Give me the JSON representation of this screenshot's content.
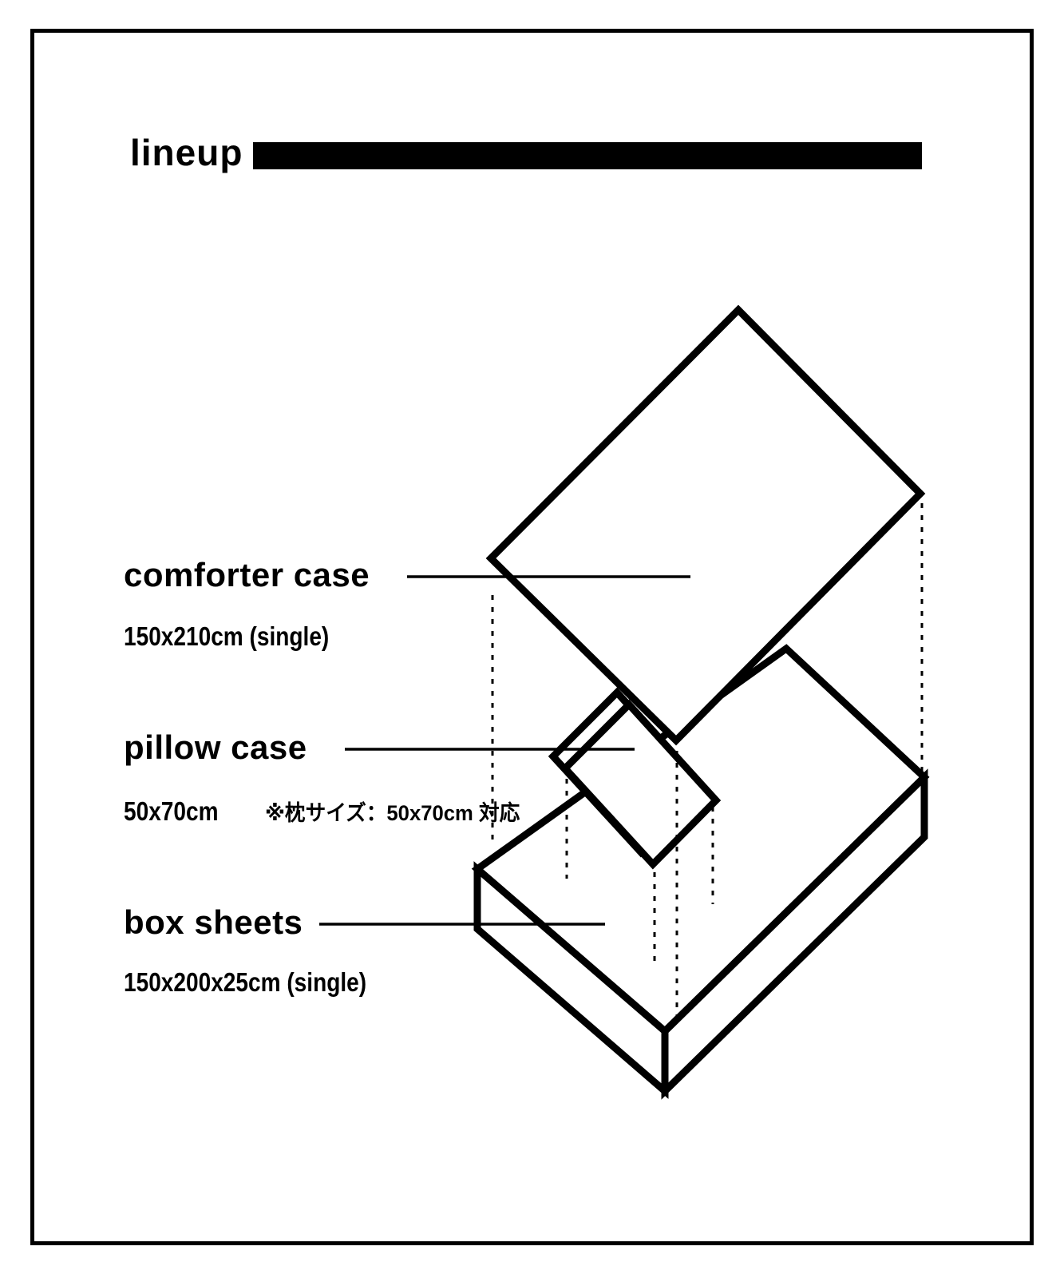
{
  "colors": {
    "ink": "#000000",
    "background": "#ffffff"
  },
  "header": {
    "title": "lineup"
  },
  "labels": {
    "comforter": {
      "name": "comforter case",
      "size": "150x210cm (single)"
    },
    "pillow": {
      "name": "pillow case",
      "size": "50x70cm",
      "note": "※枕サイズ：50x70cm 対応"
    },
    "box": {
      "name": "box sheets",
      "size": "150x200x25cm (single)"
    }
  }
}
